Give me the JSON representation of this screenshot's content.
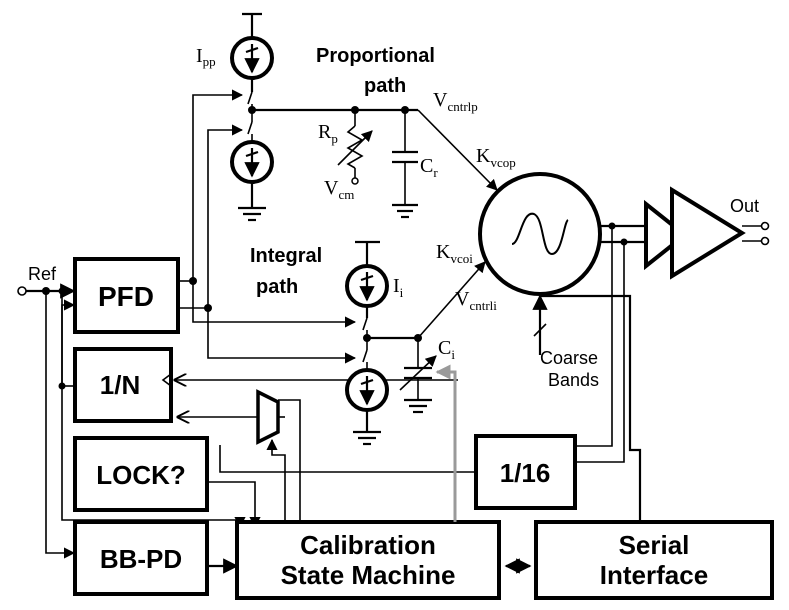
{
  "blocks": {
    "pfd": "PFD",
    "divn": "1/N",
    "lock": "LOCK?",
    "bbpd": "BB-PD",
    "cal_line1": "Calibration",
    "cal_line2": "State Machine",
    "ser_line1": "Serial",
    "ser_line2": "Interface",
    "div16": "1/16"
  },
  "labels": {
    "ref": "Ref",
    "out": "Out",
    "ipp_main": "I",
    "ipp_sub": "pp",
    "ii_main": "I",
    "ii_sub": "i",
    "prop_line1": "Proportional",
    "prop_line2": "path",
    "int_line1": "Integral",
    "int_line2": "path",
    "vcntrlp_main": "V",
    "vcntrlp_sub": "cntrlp",
    "vcntrli_main": "V",
    "vcntrli_sub": "cntrli",
    "kvcop_main": "K",
    "kvcop_sub": "vcop",
    "kvcoi_main": "K",
    "kvcoi_sub": "vcoi",
    "rp_main": "R",
    "rp_sub": "p",
    "vcm_main": "V",
    "vcm_sub": "cm",
    "cr_main": "C",
    "cr_sub": "r",
    "ci_main": "C",
    "ci_sub": "i",
    "coarse": "Coarse",
    "bands": "Bands"
  }
}
